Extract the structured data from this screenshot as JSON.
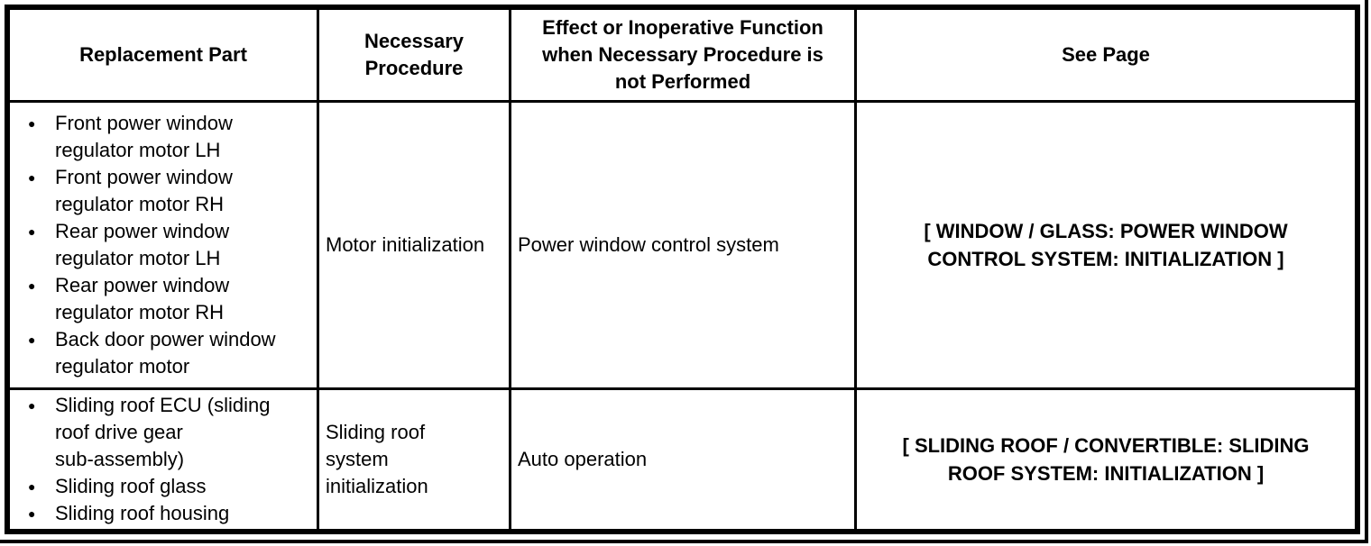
{
  "colors": {
    "border": "#000000",
    "text": "#000000",
    "background": "#ffffff"
  },
  "icons": {
    "bullet": "●"
  },
  "table": {
    "headers": [
      "Replacement Part",
      "Necessary\nProcedure",
      "Effect or Inoperative Function\nwhen Necessary Procedure is\nnot Performed",
      "See Page"
    ],
    "rows": [
      {
        "replacement_parts": [
          "Front power window\nregulator motor LH",
          "Front power window\nregulator motor RH",
          "Rear power window\nregulator motor LH",
          "Rear power window\nregulator motor RH",
          "Back door power window\nregulator motor"
        ],
        "necessary_procedure": "Motor initialization",
        "effect_or_inoperative_function": "Power window control system",
        "see_page": "[ WINDOW / GLASS: POWER WINDOW\nCONTROL SYSTEM: INITIALIZATION ]"
      },
      {
        "replacement_parts": [
          "Sliding roof ECU (sliding\nroof drive gear\nsub-assembly)",
          "Sliding roof glass",
          "Sliding roof housing"
        ],
        "necessary_procedure": "Sliding roof\nsystem\ninitialization",
        "effect_or_inoperative_function": "Auto operation",
        "see_page": "[ SLIDING ROOF / CONVERTIBLE: SLIDING\nROOF SYSTEM: INITIALIZATION ]"
      }
    ]
  }
}
